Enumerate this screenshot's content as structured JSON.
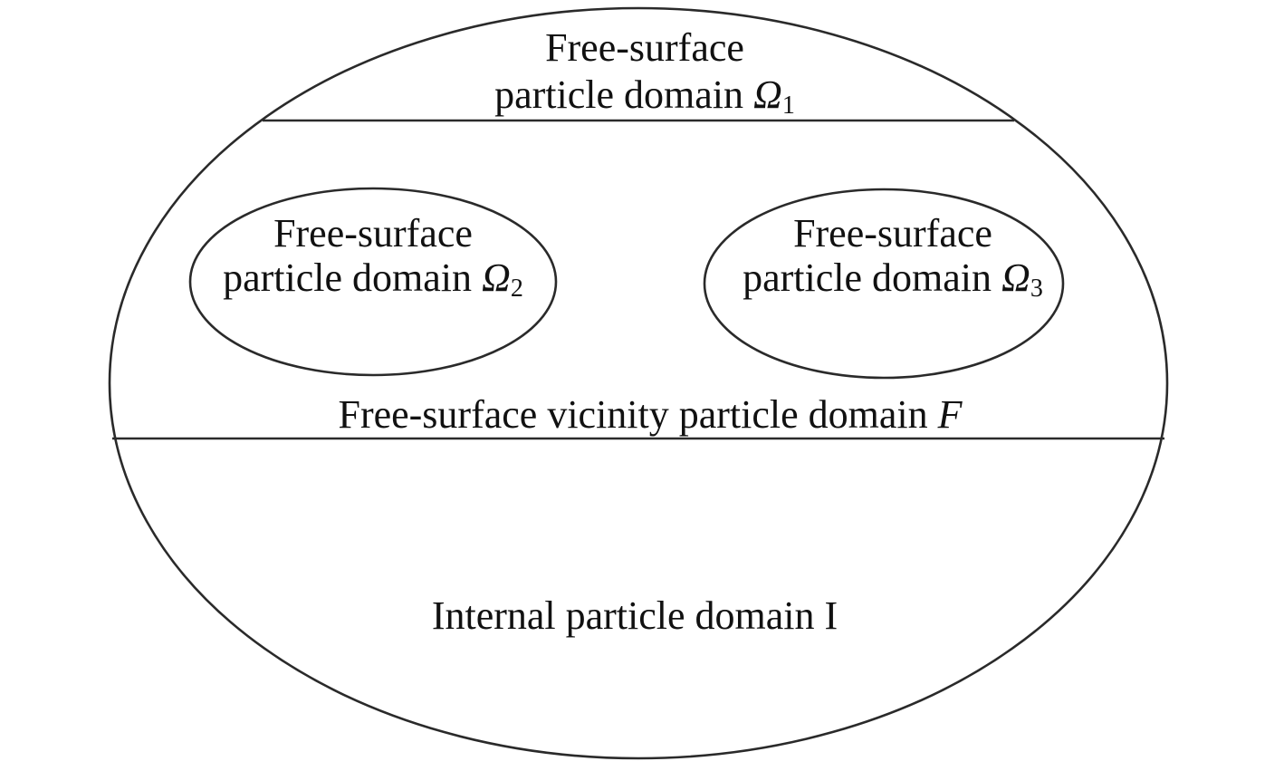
{
  "diagram": {
    "omega1": {
      "line1": "Free-surface",
      "line2": "particle domain ",
      "symbol": "Ω",
      "subscript": "1"
    },
    "omega2": {
      "line1": "Free-surface",
      "line2": "particle domain ",
      "symbol": "Ω",
      "subscript": "2"
    },
    "omega3": {
      "line1": "Free-surface",
      "line2": "particle domain ",
      "symbol": "Ω",
      "subscript": "3"
    },
    "vicinity": {
      "text": "Free-surface vicinity particle domain ",
      "symbol": "F"
    },
    "internal": {
      "text": "Internal particle domain I"
    }
  }
}
